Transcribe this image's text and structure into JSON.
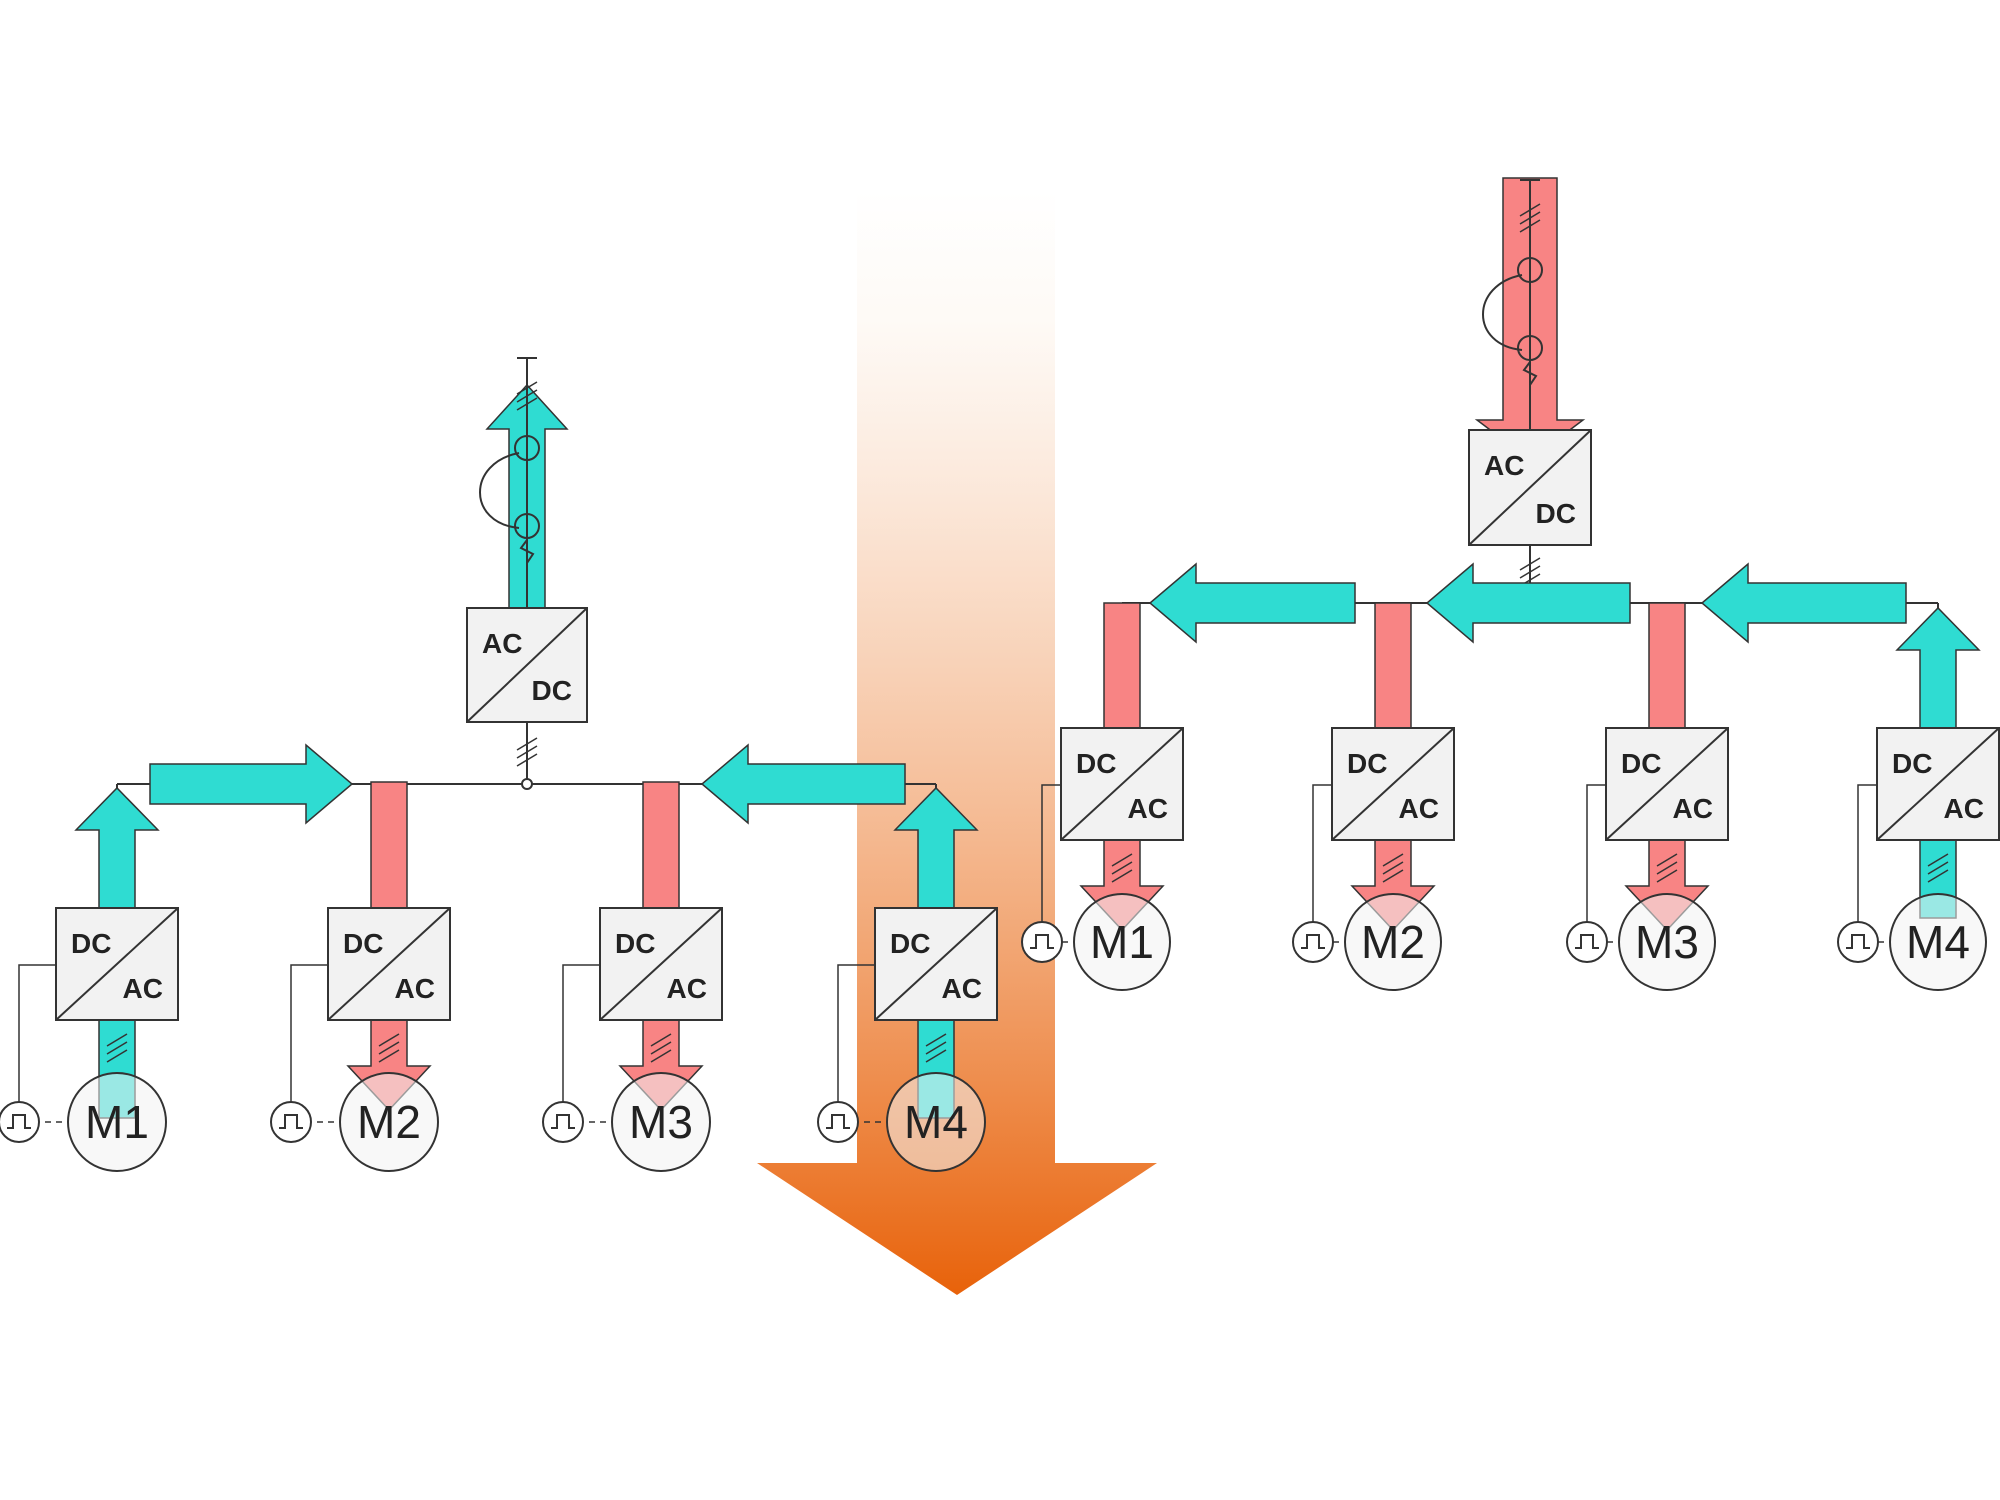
{
  "colors": {
    "regen_flow": "#2fdcd2",
    "consume_flow": "#f88484",
    "transition_arrow_light": "#fdf6ef",
    "transition_arrow_dark": "#e8620a",
    "line": "#333333",
    "box_fill": "#f2f2f2",
    "motor_fill": "#f2f2f2"
  },
  "labels": {
    "ac": "AC",
    "dc": "DC"
  },
  "left_system": {
    "grid_flow": "regen",
    "motors": [
      {
        "name": "M1",
        "flow": "regen"
      },
      {
        "name": "M2",
        "flow": "consume"
      },
      {
        "name": "M3",
        "flow": "consume"
      },
      {
        "name": "M4",
        "flow": "regen"
      }
    ]
  },
  "right_system": {
    "grid_flow": "consume",
    "motors": [
      {
        "name": "M1",
        "flow": "consume"
      },
      {
        "name": "M2",
        "flow": "consume"
      },
      {
        "name": "M3",
        "flow": "consume"
      },
      {
        "name": "M4",
        "flow": "regen"
      }
    ]
  },
  "icons": {
    "pulse_encoder": "pulse-encoder-icon",
    "grid_connection": "grid-connection-icon",
    "transition_arrow": "down-arrow-icon"
  }
}
